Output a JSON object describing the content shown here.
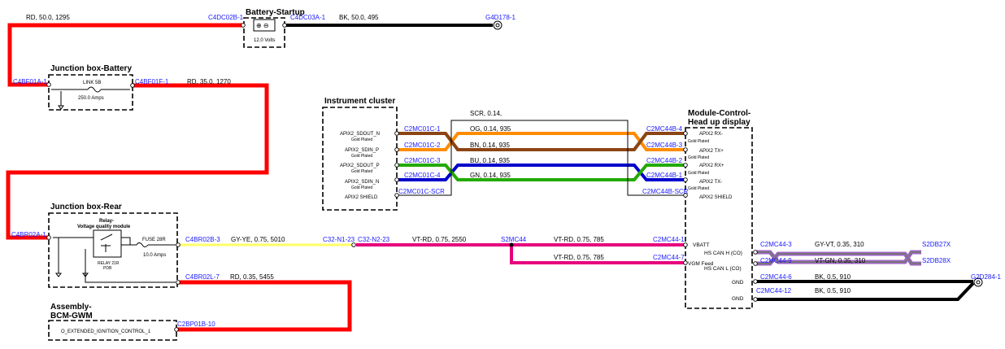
{
  "colors": {
    "red": "#ff0000",
    "black": "#000000",
    "orange": "#ff8c00",
    "brown": "#8b4513",
    "blue": "#0000cc",
    "green": "#22aa00",
    "yellow": "#ffff66",
    "pink": "#e6007e",
    "violet": "#a064c8",
    "gray": "#777777",
    "connector_text": "#1a1aff"
  },
  "components": {
    "battery": {
      "title": "Battery-Startup",
      "voltage": "12.0 Volts",
      "symbols": "⊕ ⊖"
    },
    "jb_battery": {
      "title": "Junction box-Battery",
      "link": "LINK 5B",
      "amps": "250.0 Amps"
    },
    "jb_rear": {
      "title": "Junction box-Rear",
      "relay_title": "Relay-\nVoltage quality module",
      "relay_label": "RELAY 21R\nPDB",
      "fuse": "FUSE 28R",
      "fuse_amps": "10.0 Amps"
    },
    "bcm": {
      "title": "Assembly-\nBCM-GWM",
      "signal": "O_EXTENDED_IGNITION_CONTROL_1"
    },
    "cluster": {
      "title": "Instrument cluster",
      "pins": [
        "APIX2_SDOUT_N",
        "APIX2_SDIN_P",
        "APIX2_SDOUT_P",
        "APIX2_SDIN_N",
        "APIX2 SHIELD"
      ],
      "gold": "Gold Plated"
    },
    "hud": {
      "title": "Module-Control-\nHead up display",
      "pins": [
        "APIX2 RX-",
        "APIX2 TX+",
        "APIX2 RX+",
        "APIX2 TX-",
        "APIX2 SHIELD"
      ],
      "gold": "Gold Plated",
      "power_pins": [
        "VBATT",
        "VGM Feed",
        "HS CAN H (CO)",
        "HS CAN L (CO)",
        "GND",
        "GND"
      ]
    }
  },
  "connectors": {
    "c4dc02b": "C4DC02B-1",
    "c4dc03a": "C4DC03A-1",
    "g4d178": "G4D178-1",
    "c4bf01a": "C4BF01A-1",
    "c4bf01f": "C4BF01F-1",
    "c4br02a": "C4BR02A-1",
    "c4br02b": "C4BR02B-3",
    "c4br02l": "C4BR02L-7",
    "c2bp01b": "C2BP01B-10",
    "c32n1": "C32-N1-23",
    "c32n2": "C32-N2-23",
    "s2mc44": "S2MC44",
    "c2mc44_1": "C2MC44-1",
    "c2mc44_7": "C2MC44-7",
    "c2mc44_3": "C2MC44-3",
    "c2mc44_9": "C2MC44-9",
    "c2mc44_6": "C2MC44-6",
    "c2mc44_12": "C2MC44-12",
    "s2db27x": "S2DB27X",
    "s2db28x": "S2DB28X",
    "g2d284": "G2D284-1",
    "c2mc01c_1": "C2MC01C-1",
    "c2mc01c_2": "C2MC01C-2",
    "c2mc01c_3": "C2MC01C-3",
    "c2mc01c_4": "C2MC01C-4",
    "c2mc01c_scr": "C2MC01C-SCR",
    "c2mc44b_4": "C2MC44B-4",
    "c2mc44b_3": "C2MC44B-3",
    "c2mc44b_2": "C2MC44B-2",
    "c2mc44b_1": "C2MC44B-1",
    "c2mc44b_scr": "C2MC44B-SCR"
  },
  "wires": {
    "batt_pos": "RD, 50.0, 1295",
    "batt_neg": "BK, 50.0, 495",
    "jb_bat_out": "RD, 35.0, 1270",
    "rear_out": "GY-YE, 0.75, 5010",
    "n2_out": "VT-RD, 0.75, 2550",
    "vbatt": "VT-RD, 0.75, 785",
    "vgm": "VT-RD, 0.75, 785",
    "bcm": "RD, 0.35, 5455",
    "canh": "GY-VT, 0.35, 310",
    "canl": "VT-GN, 0.35, 310",
    "gnd1": "BK, 0.5, 910",
    "gnd2": "BK, 0.5, 910",
    "scr": "SCR, 0.14,",
    "og": "OG, 0.14, 935",
    "bn": "BN, 0.14, 935",
    "bu": "BU, 0.14, 935",
    "gn": "GN, 0.14, 935"
  }
}
